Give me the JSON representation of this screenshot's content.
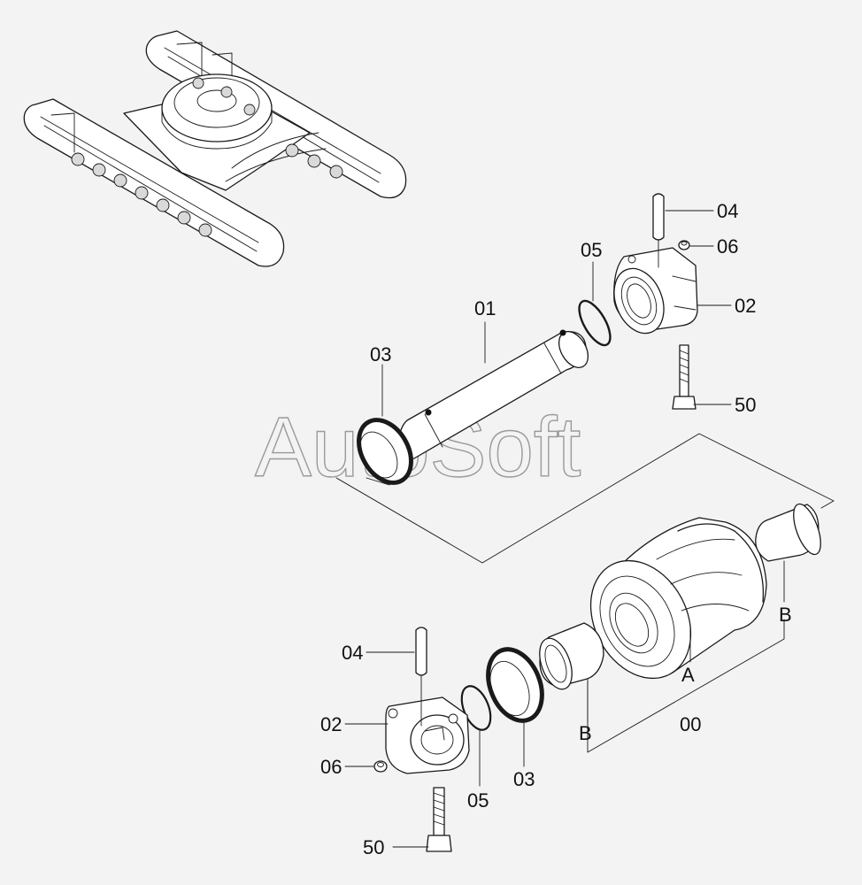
{
  "watermark": "AutoSoft",
  "callouts": {
    "p01": "01",
    "p02_top": "02",
    "p02_bottom": "02",
    "p03_top": "03",
    "p03_bottom": "03",
    "p04_top": "04",
    "p04_bottom": "04",
    "p05_top": "05",
    "p05_bottom": "05",
    "p06_top": "06",
    "p06_bottom": "06",
    "p50_top": "50",
    "p50_bottom": "50",
    "p00": "00",
    "refA": "A",
    "refB_right": "B",
    "refB_left": "B"
  }
}
